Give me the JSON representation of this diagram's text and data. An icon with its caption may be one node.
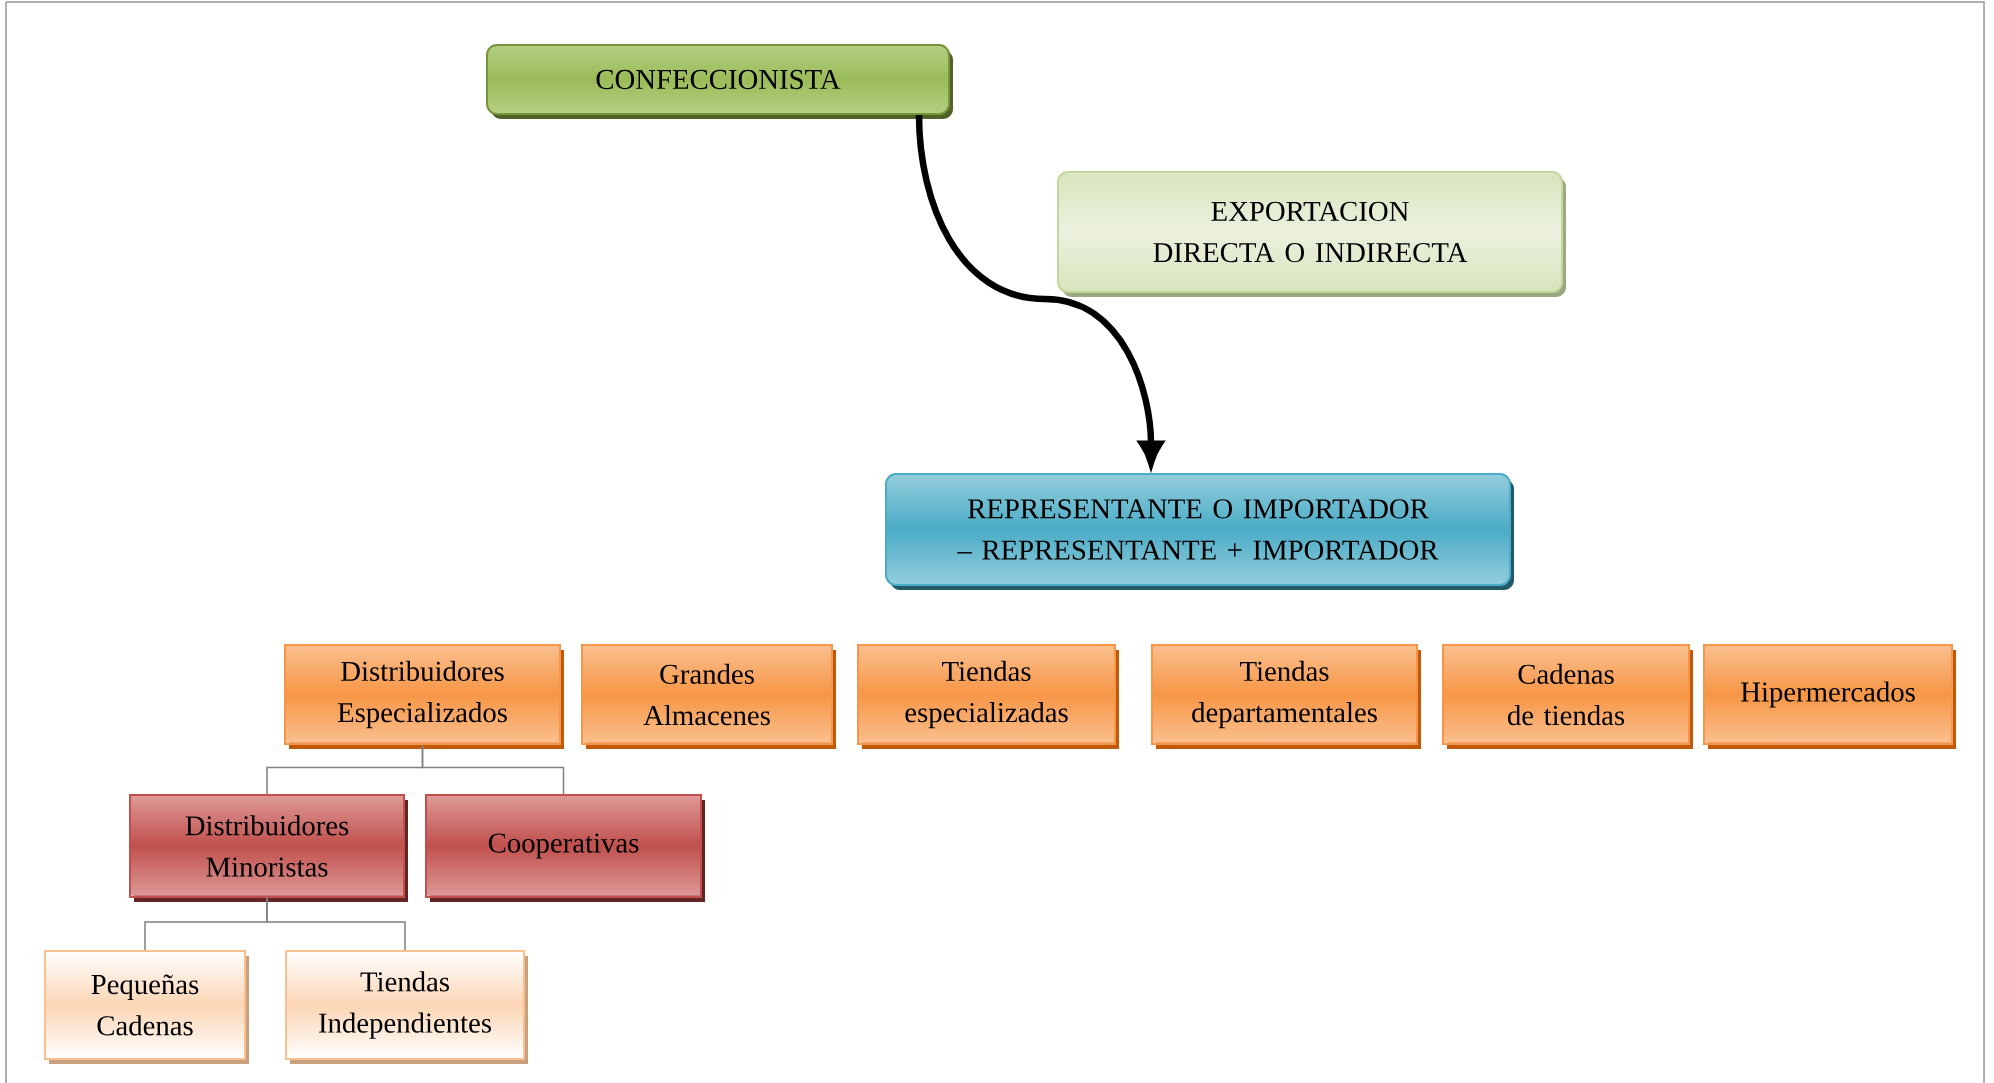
{
  "diagram": {
    "nodes": [
      {
        "text": [
          "CONFECCIONISTA"
        ]
      },
      {
        "text": [
          "EXPORTACION DIRECTA O INDIRECTA"
        ]
      },
      {
        "text": [
          "REPRESENTANTE O IMPORTADOR – REPRESENTANTE + IMPORTADOR"
        ]
      },
      {
        "text": [
          "Distribuidores Especializados"
        ]
      },
      {
        "text": [
          "Grandes Almacenes"
        ]
      },
      {
        "text": [
          "Tiendas especializadas"
        ]
      },
      {
        "text": [
          "Tiendas departamentales"
        ]
      },
      {
        "text": [
          "Cadenas de tiendas"
        ]
      },
      {
        "text": [
          "Hipermercados"
        ]
      },
      {
        "text": [
          "Distribuidores Minoristas"
        ]
      },
      {
        "text": [
          "Cooperativas"
        ]
      },
      {
        "text": [
          "Pequeñas Cadenas"
        ]
      },
      {
        "text": [
          "Tiendas Independientes"
        ]
      }
    ],
    "edges": [
      {
        "from": 0,
        "to": 2,
        "arrow": "to",
        "style": "thick",
        "color": "#000000"
      },
      {
        "from": 3,
        "to": 9,
        "arrow": "none"
      },
      {
        "from": 3,
        "to": 10,
        "arrow": "none"
      },
      {
        "from": 9,
        "to": 11,
        "arrow": "none"
      },
      {
        "from": 9,
        "to": 12,
        "arrow": "none"
      }
    ]
  }
}
